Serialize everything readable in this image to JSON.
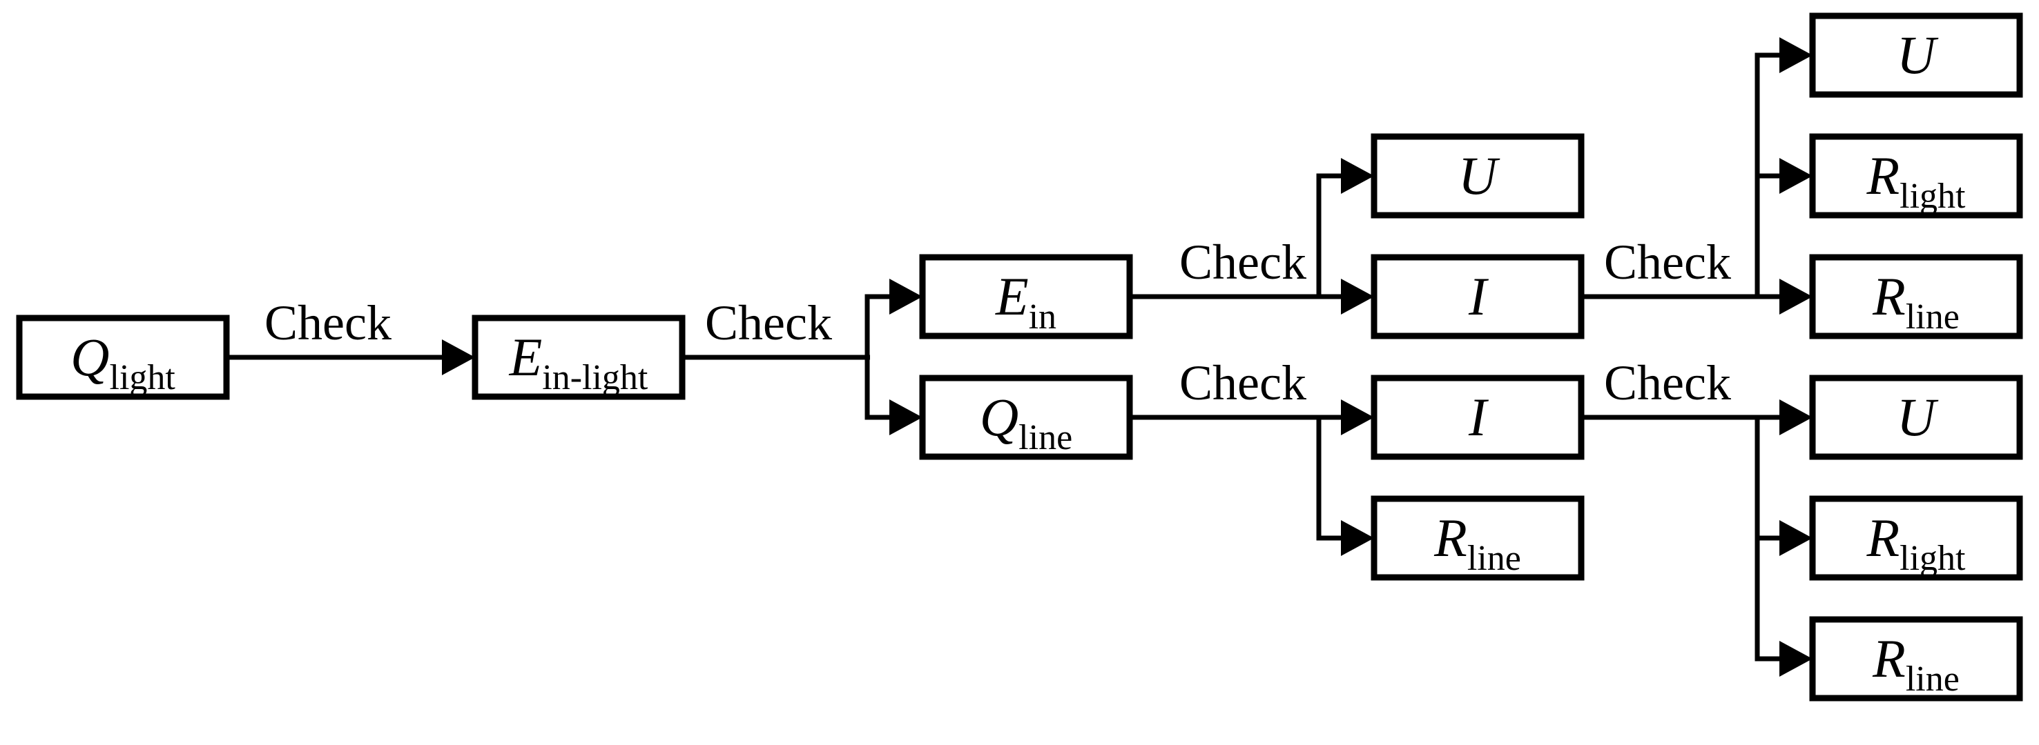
{
  "diagram": {
    "background_color": "#ffffff",
    "line_color": "#000000",
    "box_fill_color": "#ffffff",
    "nodes": [
      {
        "id": "q-light",
        "main": "Q",
        "sub": "light"
      },
      {
        "id": "e-in-light",
        "main": "E",
        "sub": "in-light"
      },
      {
        "id": "e-in",
        "main": "E",
        "sub": "in"
      },
      {
        "id": "q-line",
        "main": "Q",
        "sub": "line"
      },
      {
        "id": "u-mid",
        "main": "U",
        "sub": ""
      },
      {
        "id": "i-top",
        "main": "I",
        "sub": ""
      },
      {
        "id": "i-bottom",
        "main": "I",
        "sub": ""
      },
      {
        "id": "r-line-mid",
        "main": "R",
        "sub": "line"
      },
      {
        "id": "u-right-top",
        "main": "U",
        "sub": ""
      },
      {
        "id": "r-light-right-top",
        "main": "R",
        "sub": "light"
      },
      {
        "id": "r-line-right-top",
        "main": "R",
        "sub": "line"
      },
      {
        "id": "u-right-bottom",
        "main": "U",
        "sub": ""
      },
      {
        "id": "r-light-right-bottom",
        "main": "R",
        "sub": "light"
      },
      {
        "id": "r-line-right-bottom",
        "main": "R",
        "sub": "line"
      }
    ],
    "edges": [
      {
        "label": "Check",
        "from": "q-light",
        "to": [
          "e-in-light"
        ]
      },
      {
        "label": "Check",
        "from": "e-in-light",
        "to": [
          "e-in",
          "q-line"
        ]
      },
      {
        "label": "Check",
        "from": "e-in",
        "to": [
          "u-mid",
          "i-top"
        ]
      },
      {
        "label": "Check",
        "from": "q-line",
        "to": [
          "i-bottom",
          "r-line-mid"
        ]
      },
      {
        "label": "Check",
        "from": "i-top",
        "to": [
          "u-right-top",
          "r-light-right-top",
          "r-line-right-top"
        ]
      },
      {
        "label": "Check",
        "from": "i-bottom",
        "to": [
          "u-right-bottom",
          "r-light-right-bottom",
          "r-line-right-bottom"
        ]
      }
    ]
  }
}
